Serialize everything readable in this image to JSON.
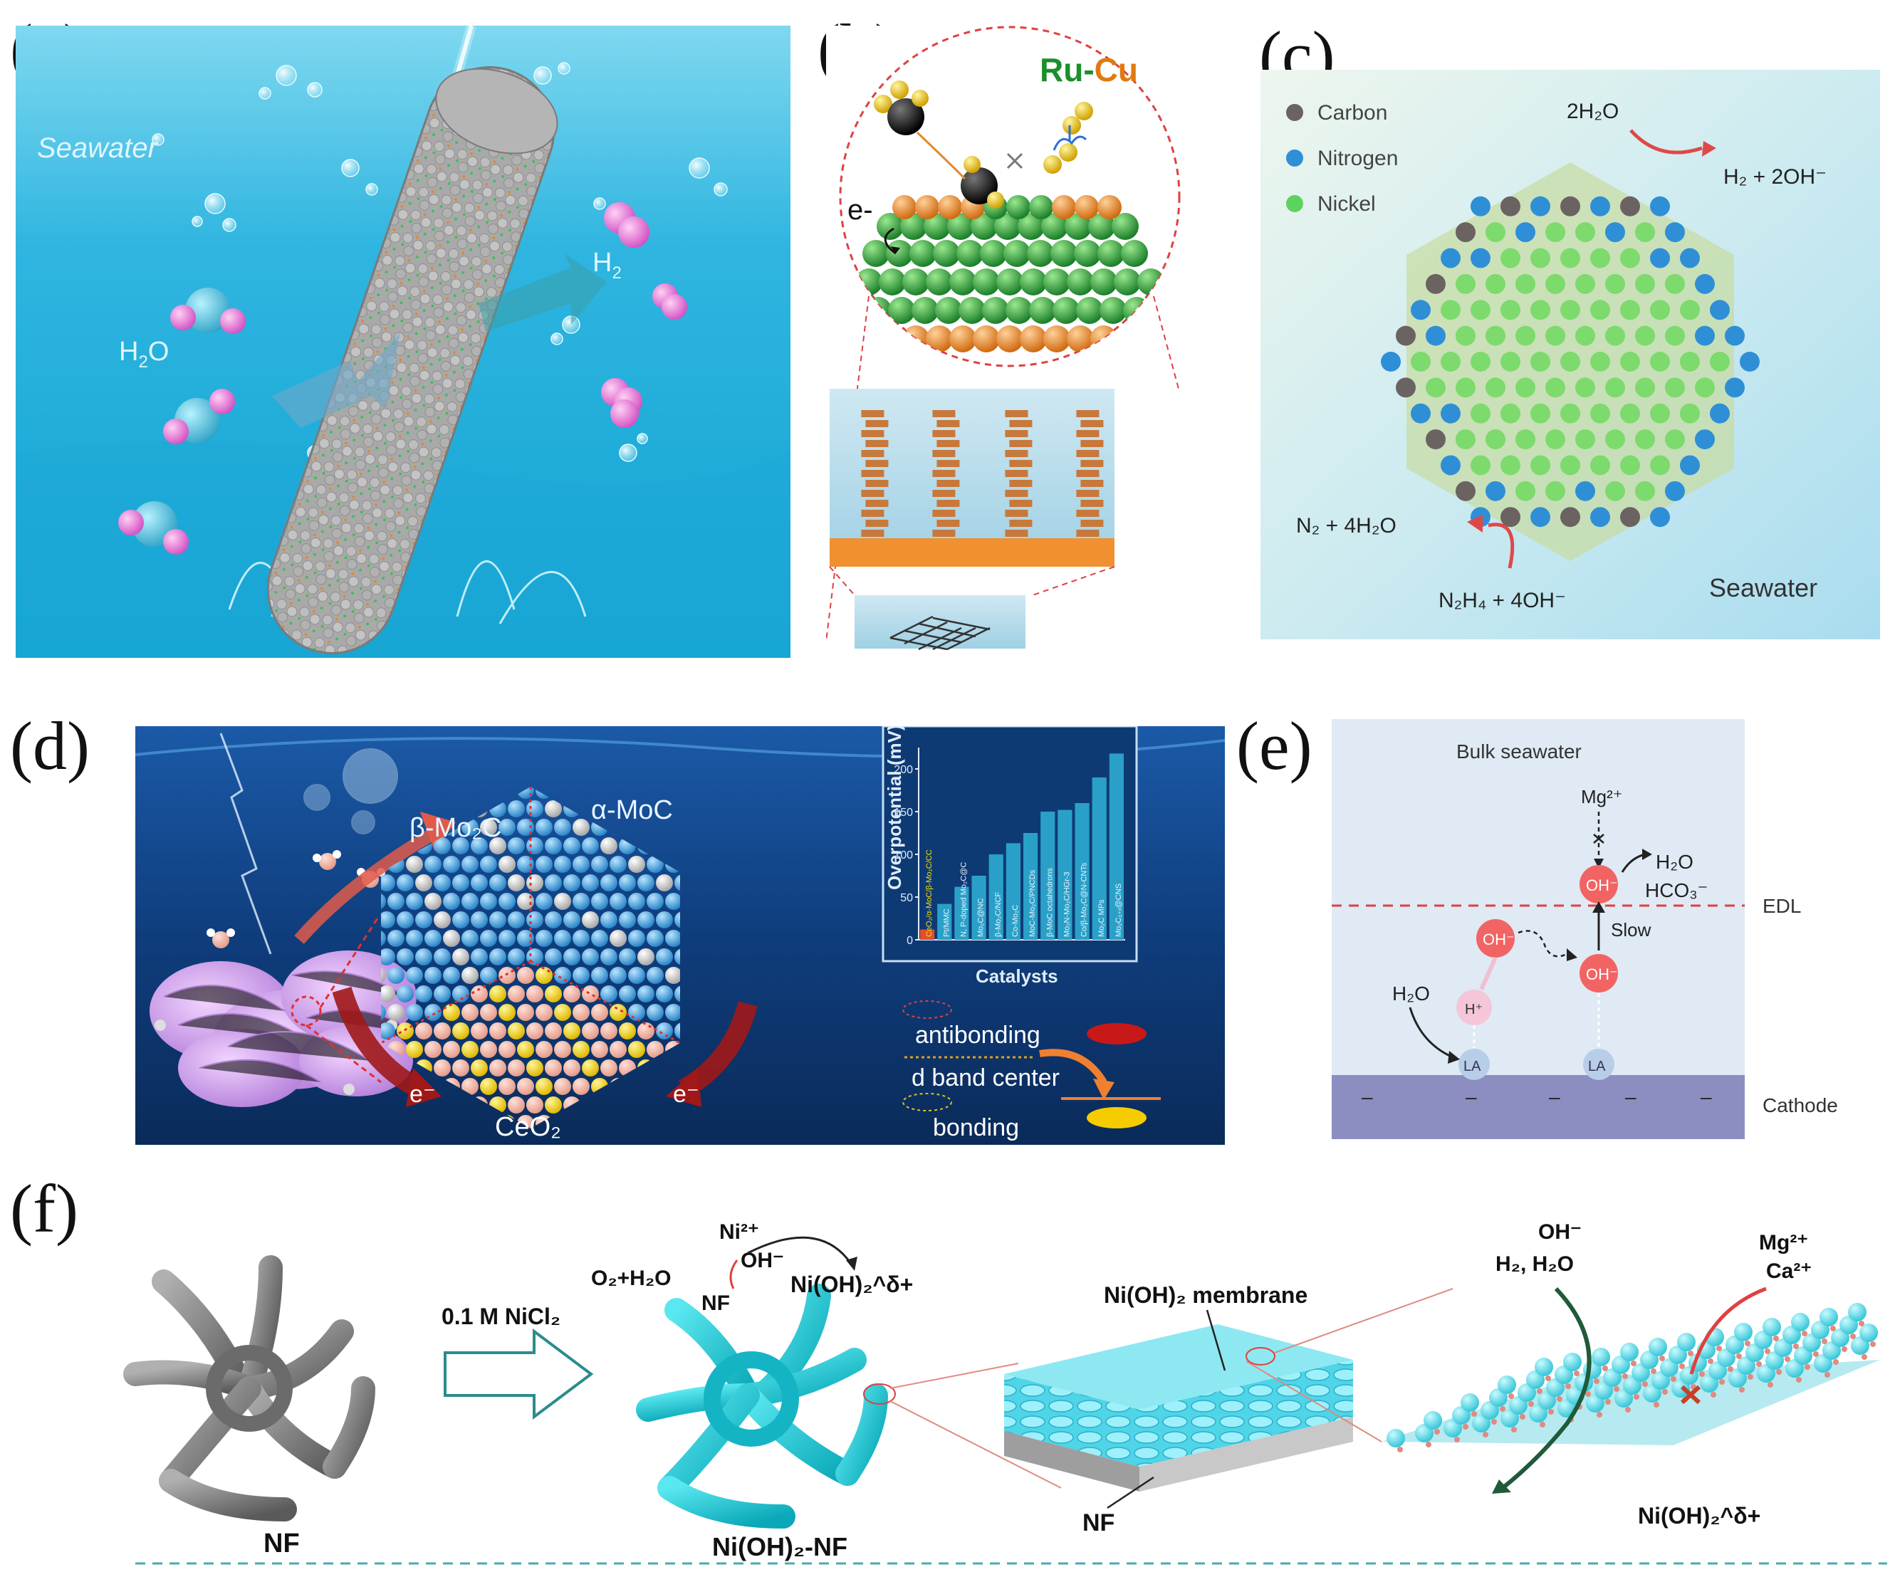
{
  "panels": {
    "a": {
      "label": "(a)",
      "seawater": "Seawater",
      "h2o_main": "H",
      "h2o_sub": "2",
      "h2o_end": "O",
      "h2_main": "H",
      "h2_sub": "2"
    },
    "b": {
      "label": "(b)",
      "ru": "Ru",
      "dash": "-",
      "cu": "Cu",
      "electron": "e-"
    },
    "c": {
      "label": "(c)",
      "legend": [
        "Carbon",
        "Nitrogen",
        "Nickel"
      ],
      "eq_top_left": "2H₂O",
      "eq_top_right": "H₂ + 2OH⁻",
      "eq_bottom_left": "N₂ + 4H₂O",
      "eq_bottom_right": "N₂H₄ + 4OH⁻",
      "seawater": "Seawater"
    },
    "d": {
      "label": "(d)",
      "beta": "β-Mo₂C",
      "alpha": "α-MoC",
      "ceo2": "CeO₂",
      "electron": "e⁻",
      "inset_ylabel": "Overpotential (mV)",
      "inset_xlabel": "Catalysts",
      "legend": [
        "antibonding",
        "d band center",
        "bonding"
      ]
    },
    "e": {
      "label": "(e)",
      "bulk": "Bulk seawater",
      "mg": "Mg²⁺",
      "oh": "OH⁻",
      "h2o_product": "H₂O",
      "hco3": "HCO₃⁻",
      "edl": "EDL",
      "slow": "Slow",
      "h2o": "H₂O",
      "hplus": "H⁺",
      "la": "LA",
      "minus": "–",
      "cathode": "Cathode"
    },
    "f": {
      "label": "(f)",
      "nf": "NF",
      "reagent": "0.1 M NiCl₂",
      "ni2": "Ni²⁺",
      "oh": "OH⁻",
      "o2h2o": "O₂+H₂O",
      "nf_inner": "NF",
      "nioh_delta": "Ni(OH)₂^δ+",
      "nioh_nf": "Ni(OH)₂-NF",
      "membrane": "Ni(OH)₂ membrane",
      "nf_bottom": "NF",
      "oh_top": "OH⁻",
      "h2_h2o": "H₂,  H₂O",
      "mg": "Mg²⁺",
      "ca": "Ca²⁺",
      "nioh_delta_right": "Ni(OH)₂^δ+"
    }
  },
  "chart_data": {
    "type": "bar",
    "ylabel": "Overpotential (mV)",
    "xlabel": "Catalysts",
    "categories": [
      "CeO₂/α-MoC/β-Mo₂C/CC",
      "Pt/MMC",
      "N, P-doped Mo₂C@C",
      "Mo₂C@NC",
      "β-Mo₂C/NCF",
      "Co-Mo₂C",
      "MoC-Mo₂C/PNCDs",
      "β-MoC octahedrons",
      "Mo₂N-Mo₂C/HGr-3",
      "Co/β-Mo₂C@N-CNTs",
      "Mo₂C MPs",
      "Mo₂C₁₊ₓ@CNS"
    ],
    "values": [
      12,
      42,
      62,
      75,
      100,
      113,
      125,
      150,
      152,
      160,
      190,
      218
    ],
    "ylim": [
      0,
      225
    ],
    "yticks": [
      0,
      50,
      100,
      150,
      200
    ]
  }
}
